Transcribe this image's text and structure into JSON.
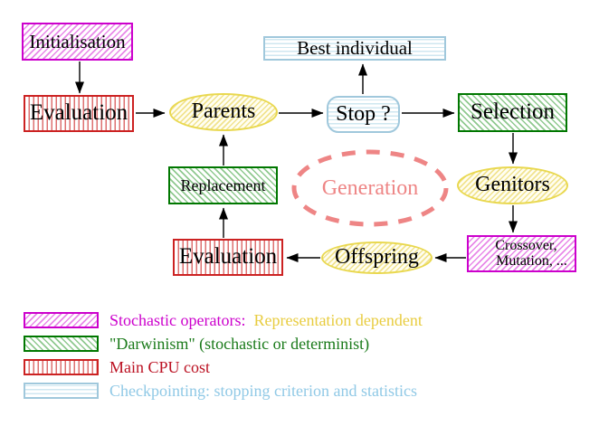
{
  "nodes": {
    "initialisation": {
      "label": "Initialisation"
    },
    "best_individual": {
      "label": "Best individual"
    },
    "evaluation_top": {
      "label": "Evaluation"
    },
    "parents": {
      "label": "Parents"
    },
    "stop": {
      "label": "Stop ?"
    },
    "selection": {
      "label": "Selection"
    },
    "replacement": {
      "label": "Replacement"
    },
    "generation": {
      "label": "Generation"
    },
    "genitors": {
      "label": "Genitors"
    },
    "evaluation_bottom": {
      "label": "Evaluation"
    },
    "offspring": {
      "label": "Offspring"
    },
    "crossover": {
      "line1": "Crossover,",
      "line2": "Mutation, ..."
    }
  },
  "edges": [
    {
      "from": "initialisation",
      "to": "evaluation_top"
    },
    {
      "from": "evaluation_top",
      "to": "parents"
    },
    {
      "from": "parents",
      "to": "stop"
    },
    {
      "from": "stop",
      "to": "best_individual"
    },
    {
      "from": "stop",
      "to": "selection"
    },
    {
      "from": "selection",
      "to": "genitors"
    },
    {
      "from": "genitors",
      "to": "crossover"
    },
    {
      "from": "crossover",
      "to": "offspring"
    },
    {
      "from": "offspring",
      "to": "evaluation_bottom"
    },
    {
      "from": "evaluation_bottom",
      "to": "replacement"
    },
    {
      "from": "replacement",
      "to": "parents"
    }
  ],
  "legend": {
    "items": [
      {
        "pattern": "magenta-diagonal-hatch",
        "text": "Stochastic operators:",
        "text2": "Representation dependent"
      },
      {
        "pattern": "green-diagonal-hatch",
        "text": "\"Darwinism\" (stochastic or determinist)"
      },
      {
        "pattern": "red-vertical-stripes",
        "text": "Main CPU cost"
      },
      {
        "pattern": "cyan-horizontal-stripes",
        "text": "Checkpointing: stopping criterion and statistics"
      }
    ]
  },
  "colors": {
    "magenta": "#cc00cc",
    "magenta_hatch": "#e888e8",
    "green": "#007700",
    "green_hatch": "#8fc98f",
    "red": "#cc2222",
    "red_stripe": "#dd7070",
    "cyan": "#a0c8dc",
    "cyan_stripe": "#cfe7f0",
    "yellow": "#e9d84f",
    "yellow_hatch": "#f1e38f",
    "coral": "#ee8585",
    "gold_text": "#e8cc3f",
    "green_text": "#1a7a1a",
    "red_text": "#bb1122",
    "cyan_text": "#90c9e6",
    "arrow": "#000000"
  }
}
